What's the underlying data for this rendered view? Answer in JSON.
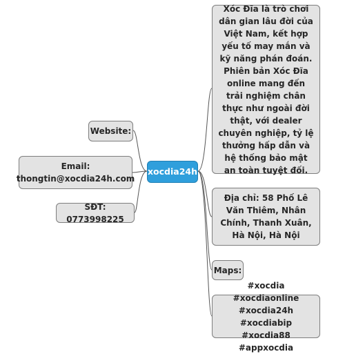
{
  "center": {
    "label": "xocdia24h"
  },
  "left_nodes": {
    "website": "Website:",
    "email": "Email:\nthongtin@xocdia24h.com",
    "phone": "SĐT: 0773998225"
  },
  "right_nodes": {
    "description": "Xóc Đĩa là trò chơi dân gian lâu đời của Việt Nam, kết hợp yếu tố may mắn và kỹ năng phán đoán. Phiên bản Xóc Đĩa online mang đến trải nghiệm chân thực như ngoài đời thật, với dealer chuyên nghiệp, tỷ lệ thưởng hấp dẫn và hệ thống bảo mật an toàn tuyệt đối.",
    "address": "Địa chỉ: 58 Phố Lê Văn Thiêm, Nhân Chính, Thanh Xuân, Hà Nội, Hà Nội",
    "maps": "Maps:",
    "hashtags": "#xocdia #xocdiaonline #xocdia24h #xocdiabip #xocdia88 #appxocdia"
  },
  "colors": {
    "center_fill": "#2f9fdc",
    "node_fill": "#e3e3e3",
    "node_border": "#7d7d7d",
    "link": "#555555"
  }
}
